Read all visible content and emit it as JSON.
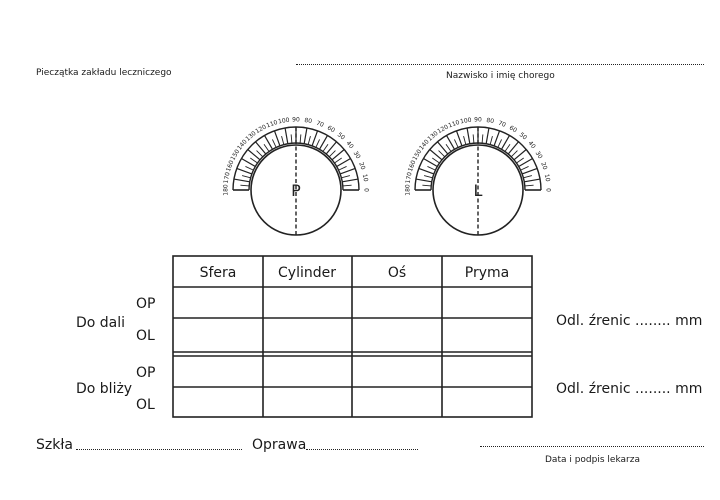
{
  "header": {
    "clinic_stamp_label": "Pieczątka zakładu leczniczego",
    "patient_name_label": "Nazwisko i imię chorego"
  },
  "dials": [
    {
      "letter": "P",
      "ticks": [
        "180",
        "170",
        "160",
        "150",
        "140",
        "130",
        "120",
        "110",
        "100",
        "90",
        "80",
        "70",
        "60",
        "50",
        "40",
        "30",
        "20",
        "10",
        "0"
      ]
    },
    {
      "letter": "L",
      "ticks": [
        "180",
        "170",
        "160",
        "150",
        "140",
        "130",
        "120",
        "110",
        "100",
        "90",
        "80",
        "70",
        "60",
        "50",
        "40",
        "30",
        "20",
        "10",
        "0"
      ]
    }
  ],
  "table": {
    "headers": [
      "Sfera",
      "Cylinder",
      "Oś",
      "Pryma"
    ],
    "groups": [
      {
        "label": "Do dali",
        "eyes": [
          "OP",
          "OL"
        ]
      },
      {
        "label": "Do bliży",
        "eyes": [
          "OP",
          "OL"
        ]
      }
    ]
  },
  "pupil_distance": {
    "label": "Odl. źrenic",
    "dots": "........",
    "unit": "mm"
  },
  "footer": {
    "glasses_label": "Szkła",
    "frame_label": "Oprawa",
    "doctor_label": "Data i podpis lekarza"
  }
}
